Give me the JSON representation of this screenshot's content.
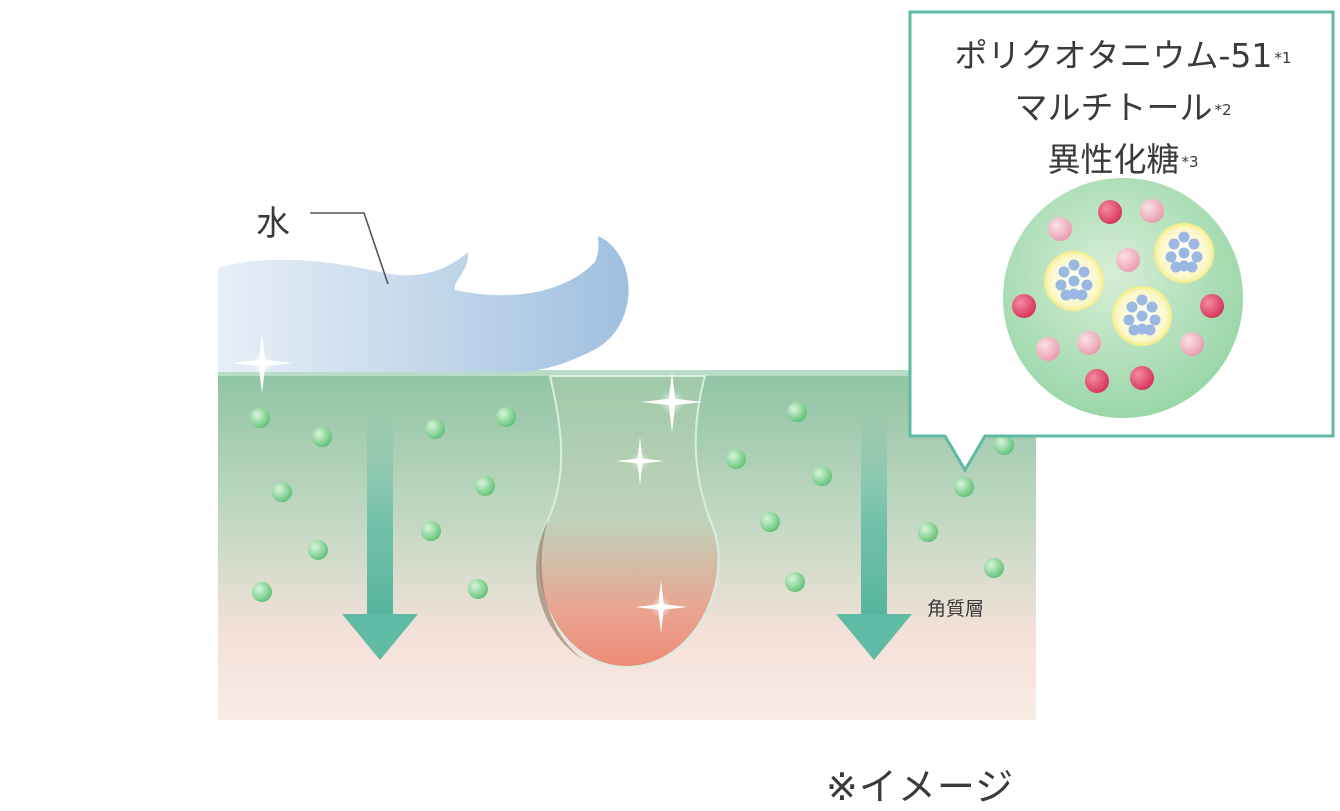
{
  "water_label": "水",
  "skin_layer_label": "角質層",
  "image_note": "※イメージ",
  "callout": {
    "ingredients": [
      {
        "name": "ポリクオタニウム-51",
        "note": "*1"
      },
      {
        "name": "マルチトール",
        "note": "*2"
      },
      {
        "name": "異性化糖",
        "note": "*3"
      }
    ]
  },
  "colors": {
    "water": "#a9c7e2",
    "skin_top": "#8ec4a4",
    "skin_bottom": "#f6e3dc",
    "arrow": "#5fbba4",
    "callout_border": "#5fb9a5",
    "particle_red": "#e0466a",
    "particle_pink": "#f2b3c0",
    "particle_yellow": "#f3ec72",
    "particle_blue": "#9bb8e2",
    "bubble_green": "#7fd190"
  }
}
